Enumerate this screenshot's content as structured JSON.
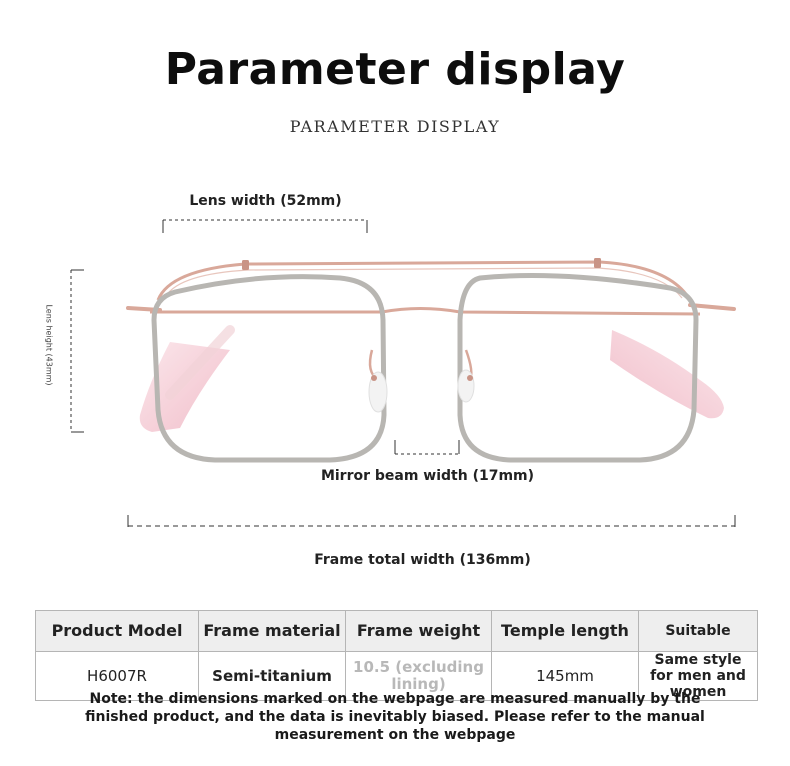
{
  "header": {
    "title": "Parameter display",
    "subtitle": "PARAMETER DISPLAY"
  },
  "dimensions": {
    "lens_width": "Lens width (52mm)",
    "lens_height": "Lens height (43mm)",
    "mirror_beam_width": "Mirror beam width (17mm)",
    "frame_total_width": "Frame total width (136mm)"
  },
  "specs": {
    "headers": [
      "Product Model",
      "Frame material",
      "Frame weight",
      "Temple length",
      "Suitable"
    ],
    "values": [
      "H6007R",
      "Semi-titanium",
      "10.5 (excluding lining)",
      "145mm",
      "Same style for men and women"
    ]
  },
  "note": "Note: the dimensions marked on the webpage are measured manually by the finished product, and the data is inevitably biased. Please refer to the manual measurement on the webpage",
  "colors": {
    "frame_rose_gold": "#d9a89a",
    "frame_grey": "#b8b6b2",
    "temple_tip_pink": "#f4c3cd"
  }
}
